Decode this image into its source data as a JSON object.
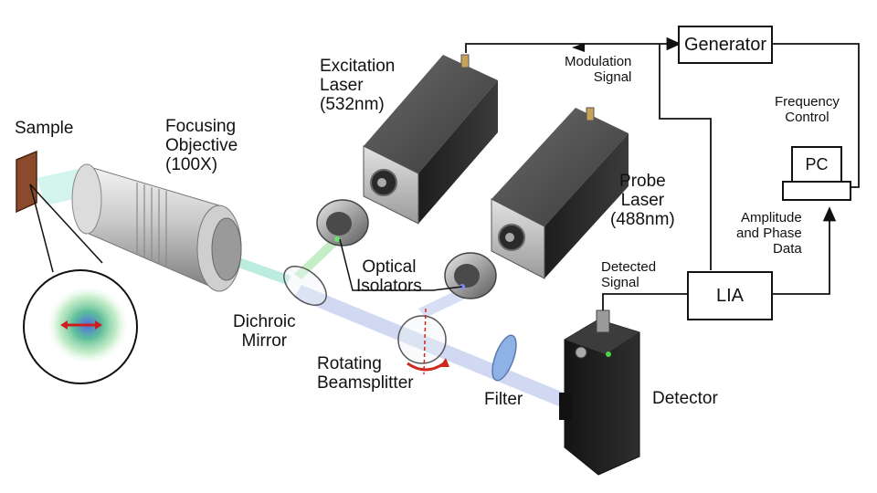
{
  "labels": {
    "sample": "Sample",
    "focusing_objective": [
      "Focusing",
      "Objective",
      "(100X)"
    ],
    "excitation_laser": [
      "Excitation",
      "Laser",
      "(532nm)"
    ],
    "probe_laser": [
      "Probe",
      "Laser",
      "(488nm)"
    ],
    "optical_isolators": [
      "Optical",
      "Isolators"
    ],
    "dichroic_mirror": [
      "Dichroic",
      "Mirror"
    ],
    "rotating_beamsplitter": [
      "Rotating",
      "Beamsplitter"
    ],
    "filter": "Filter",
    "detector": "Detector",
    "modulation_signal": [
      "Modulation",
      "Signal"
    ],
    "detected_signal": [
      "Detected",
      "Signal"
    ],
    "frequency_control": [
      "Frequency",
      "Control"
    ],
    "amplitude_phase_data": [
      "Amplitude",
      "and Phase",
      "Data"
    ]
  },
  "boxes": {
    "generator": "Generator",
    "lia": "LIA",
    "pc": "PC"
  },
  "colors": {
    "excitation_beam": "#7ed67e",
    "probe_beam": "#a9b9e6",
    "sample": "#8b4a2b",
    "laser_body": "#2b2b2b",
    "chopper_arrow": "#d0281e"
  }
}
